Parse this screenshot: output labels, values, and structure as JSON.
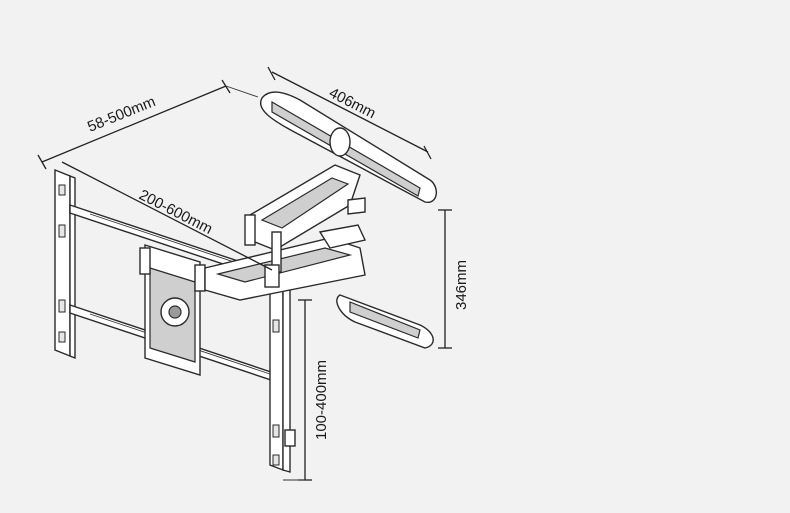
{
  "dimensions": {
    "depth": "58-500mm",
    "arm_width": "406mm",
    "horizontal_span": "200-600mm",
    "arm_height": "346mm",
    "vertical_span": "100-400mm"
  },
  "colors": {
    "background": "#f2f2f2",
    "line": "#222222"
  }
}
